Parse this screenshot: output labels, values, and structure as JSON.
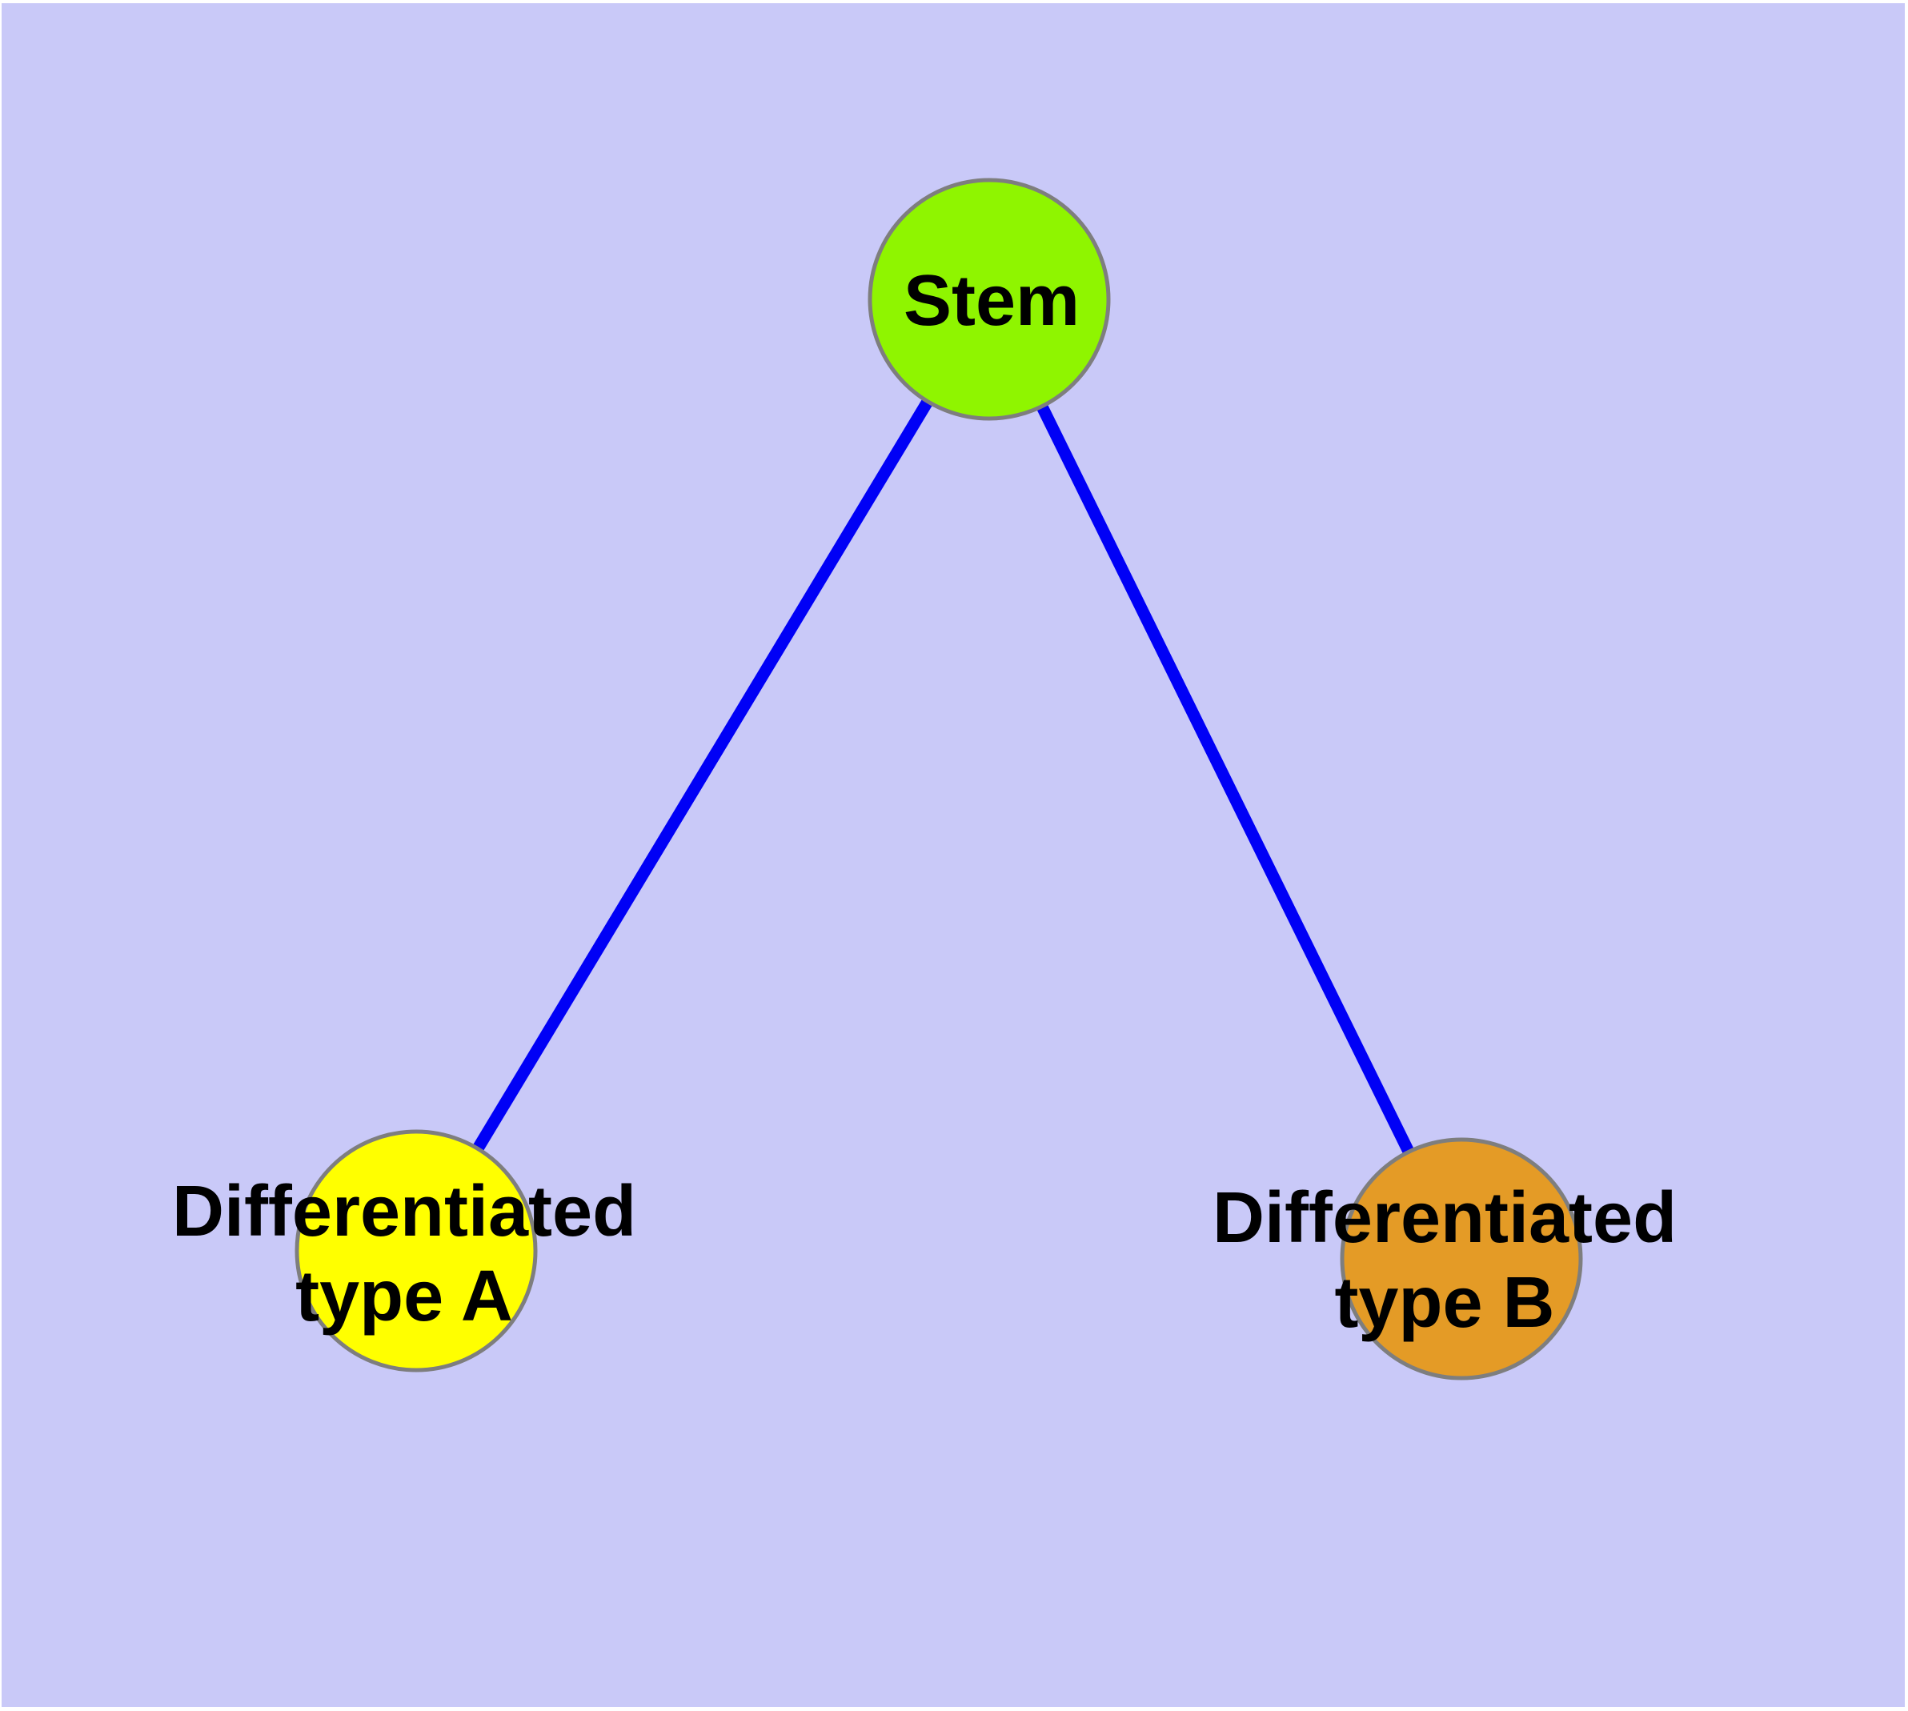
{
  "canvas": {
    "background": "#C9C9F8",
    "margin_color": "#FFFFFF"
  },
  "colors": {
    "edge": "#0000F6",
    "node_border": "#7E7E7E",
    "label_text": "#000000"
  },
  "nodes": [
    {
      "id": "stem",
      "label": "Stem",
      "fill": "#8FF500"
    },
    {
      "id": "differentiated-type-a",
      "label_line1": "Differentiated",
      "label_line2": "type A",
      "fill": "#FFFF00"
    },
    {
      "id": "differentiated-type-b",
      "label_line1": "Differentiated",
      "label_line2": "type B",
      "fill": "#E49B26"
    }
  ],
  "edges": [
    {
      "from": "stem",
      "to": "differentiated-type-a"
    },
    {
      "from": "stem",
      "to": "differentiated-type-b"
    }
  ]
}
